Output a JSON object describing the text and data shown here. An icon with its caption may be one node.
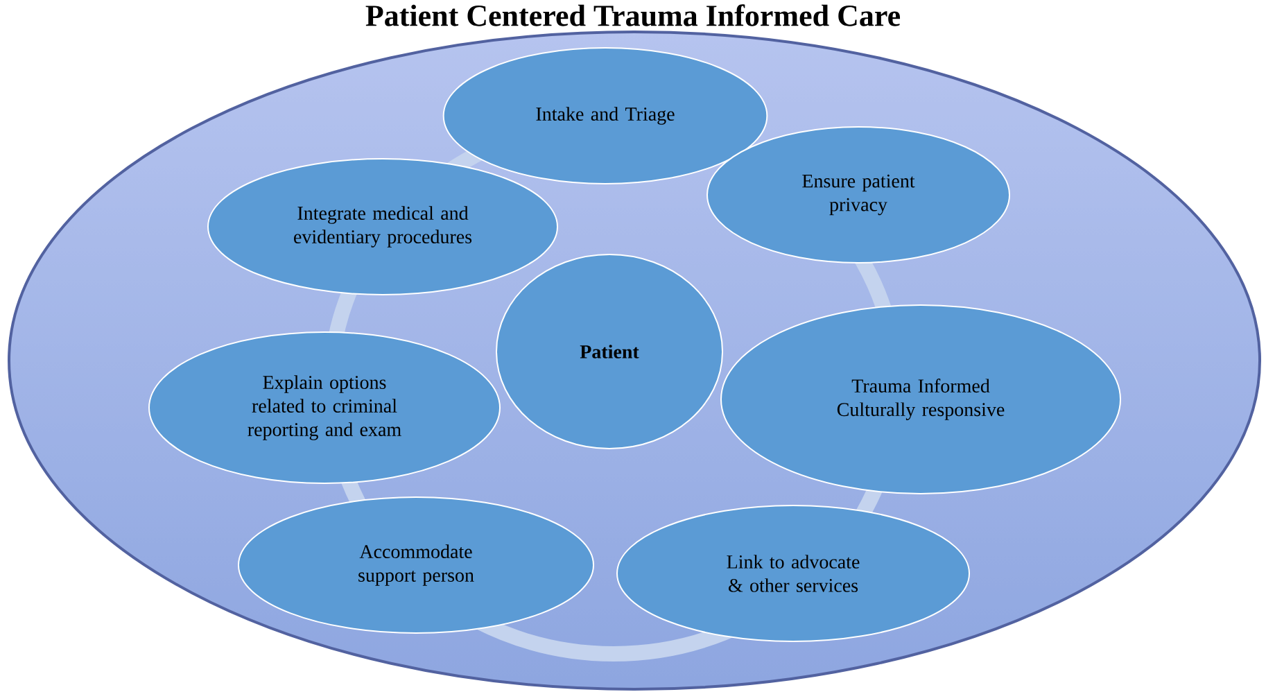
{
  "diagram": {
    "title": "Patient Centered Trauma Informed Care",
    "nodes": [
      {
        "text": [],
        "shape": "ellipse"
      },
      {
        "text": [
          "Intake and Triage"
        ],
        "in": 0
      },
      {
        "text": [
          "Ensure patient privacy"
        ],
        "in": 0
      },
      {
        "text": [
          "Trauma Informed Culturally responsive"
        ],
        "in": 0
      },
      {
        "text": [
          "Link to advocate & other services"
        ],
        "in": 0
      },
      {
        "text": [
          "Accommodate support person"
        ],
        "in": 0
      },
      {
        "text": [
          "Explain options related to criminal reporting and exam"
        ],
        "in": 0
      },
      {
        "text": [
          "Integrate medical and evidentiary procedures"
        ],
        "in": 0
      },
      {
        "text": [
          "Patient"
        ],
        "in": 0
      }
    ]
  }
}
